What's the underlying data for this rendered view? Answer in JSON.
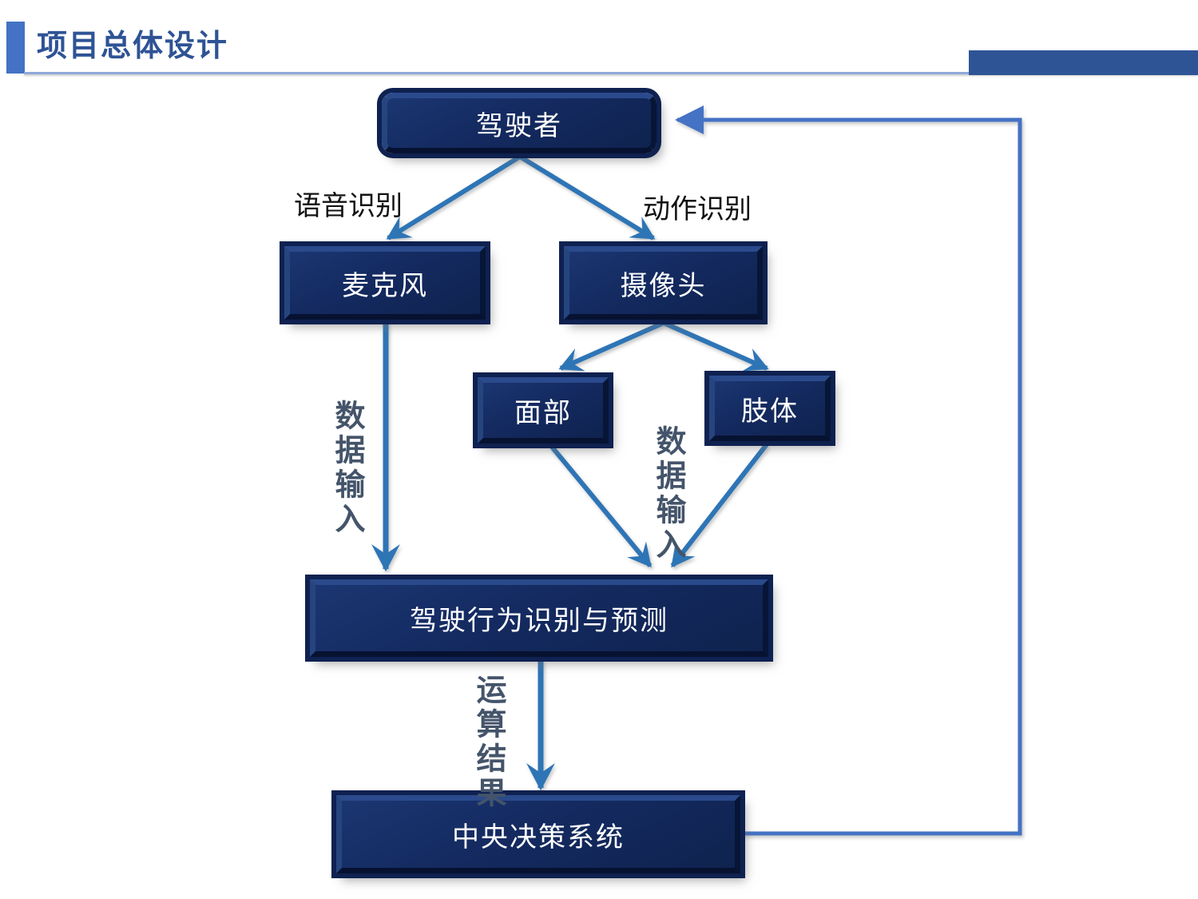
{
  "header": {
    "title": "项目总体设计"
  },
  "diagram": {
    "nodes": {
      "driver": "驾驶者",
      "microphone": "麦克风",
      "camera": "摄像头",
      "face": "面部",
      "body": "肢体",
      "behavior": "驾驶行为识别与预测",
      "decision": "中央决策系统"
    },
    "edge_labels": {
      "voice": "语音识别",
      "action": "动作识别",
      "data_input_left": "数据输入",
      "data_input_mid": "数据输入",
      "result": "运算结果"
    },
    "colors": {
      "node_fill": "#142A60",
      "node_frame": "#0E2150",
      "arrow": "#2E75B6",
      "connector": "#4472C4",
      "vertical_label_text": "#44546A",
      "accent_bar": "#4472C4",
      "title_text": "#2E5395",
      "top_right_bar": "#2F5496"
    }
  }
}
